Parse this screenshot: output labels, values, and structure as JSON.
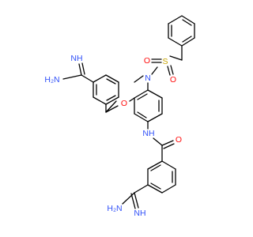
{
  "figure": {
    "type": "chemical-structure",
    "background": "#ffffff",
    "colors": {
      "carbon_bond": "#000000",
      "nitrogen": "#3050f8",
      "oxygen": "#ff0d0d",
      "sulfur": "#c8a400"
    }
  },
  "atom_labels": {
    "nh_amidine_top": "NH",
    "nh2_amidine_top": "H₂N",
    "o_ether": "O",
    "n_sulfonamide": "N",
    "s_sulfonyl": "S",
    "o_sulfonyl_left": "O",
    "o_sulfonyl_right": "O",
    "nh_amide": "NH",
    "o_amide": "O",
    "nh_amidine_bottom": "NH",
    "nh2_amidine_bottom": "H₂N"
  }
}
